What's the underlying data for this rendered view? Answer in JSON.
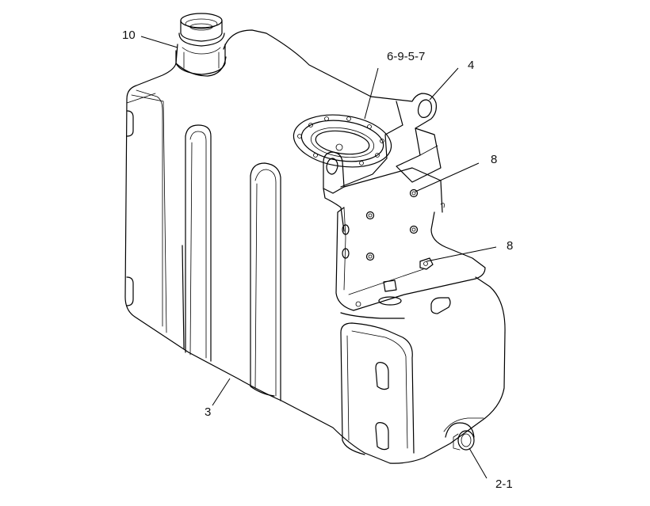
{
  "callouts": {
    "c10": "10",
    "c6957": "6-9-5-7",
    "c4": "4",
    "c8a": "8",
    "c8b": "8",
    "c3": "3",
    "c21": "2-1"
  }
}
